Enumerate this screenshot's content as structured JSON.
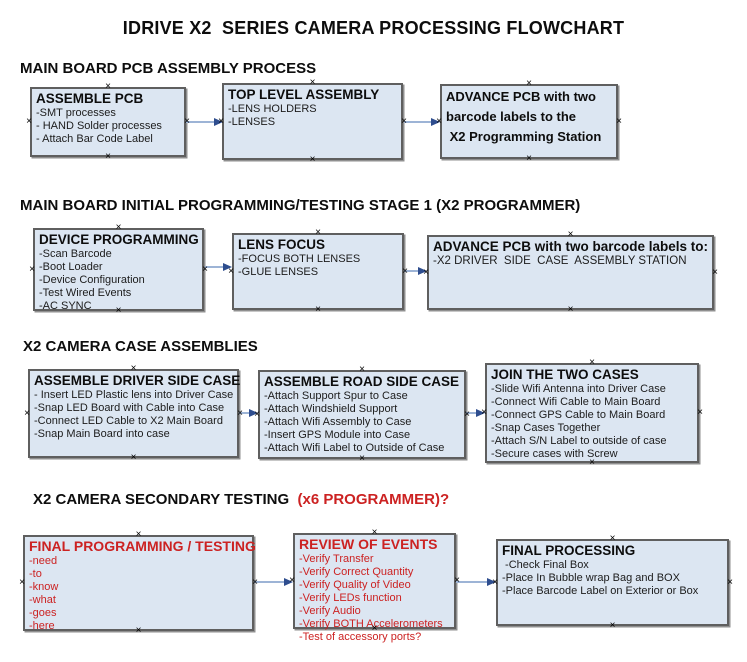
{
  "title": "IDRIVE X2  SERIES CAMERA PROCESSING FLOWCHART",
  "icons": {
    "connection_handle": "×"
  },
  "colors": {
    "box_fill": "#dce6f2",
    "box_border": "#5f5f5f",
    "arrow_line": "#9db4d6",
    "arrow_head": "#2e4d8e",
    "red_text": "#cc2222",
    "black_text": "#0d0d0d",
    "background": "#ffffff"
  },
  "sections": [
    {
      "heading": "MAIN BOARD PCB ASSEMBLY PROCESS",
      "boxes": [
        {
          "title": "ASSEMBLE PCB",
          "items": [
            "-SMT processes",
            "- HAND Solder processes",
            "- Attach Bar Code Label"
          ]
        },
        {
          "title": "TOP LEVEL ASSEMBLY",
          "items": [
            "-LENS HOLDERS",
            "-LENSES"
          ]
        },
        {
          "title_lines": [
            "ADVANCE PCB with two",
            "barcode labels to the",
            " X2 Programming Station"
          ]
        }
      ]
    },
    {
      "heading": "MAIN BOARD INITIAL PROGRAMMING/TESTING STAGE 1 (X2 PROGRAMMER)",
      "boxes": [
        {
          "title": "DEVICE PROGRAMMING",
          "items": [
            "-Scan Barcode",
            "-Boot Loader",
            "-Device Configuration",
            "-Test Wired Events",
            "-AC SYNC"
          ]
        },
        {
          "title": "LENS FOCUS",
          "items": [
            "-FOCUS BOTH LENSES",
            "-GLUE LENSES"
          ]
        },
        {
          "title": "ADVANCE PCB with two barcode labels to:",
          "items": [
            "-X2 DRIVER  SIDE  CASE  ASSEMBLY STATION"
          ]
        }
      ]
    },
    {
      "heading": "X2 CAMERA CASE ASSEMBLIES",
      "boxes": [
        {
          "title": "ASSEMBLE DRIVER SIDE CASE",
          "items": [
            "- Insert LED Plastic lens into Driver Case",
            "-Snap LED Board with Cable into Case",
            "-Connect LED Cable to X2 Main Board",
            "-Snap Main Board into case"
          ]
        },
        {
          "title": "ASSEMBLE ROAD SIDE CASE",
          "items": [
            "-Attach Support Spur to Case",
            "-Attach Windshield Support",
            "-Attach Wifi Assembly to Case",
            "-Insert GPS Module into Case",
            "-Attach Wifi Label to Outside of Case"
          ]
        },
        {
          "title": "JOIN THE TWO CASES",
          "items": [
            "-Slide Wifi Antenna into Driver Case",
            "-Connect Wifi Cable to Main Board",
            "-Connect GPS Cable to Main Board",
            "-Snap Cases Together",
            "-Attach S/N Label to outside of case",
            "-Secure cases with Screw"
          ]
        }
      ]
    },
    {
      "heading": "X2 CAMERA SECONDARY TESTING ",
      "heading_red": " (x6 PROGRAMMER)?",
      "boxes": [
        {
          "title": "FINAL PROGRAMMING / TESTING",
          "items": [
            "-need",
            "-to",
            "-know",
            "-what",
            "-goes",
            "-here"
          ]
        },
        {
          "title": "REVIEW OF EVENTS",
          "items": [
            "-Verify Transfer",
            "-Verify Correct Quantity",
            "-Verify Quality of Video",
            "-Verify LEDs function",
            "-Verify Audio",
            "-Verify BOTH Accelerometers",
            "-Test of accessory ports?"
          ]
        },
        {
          "title": "FINAL PROCESSING",
          "items": [
            " -Check Final Box",
            "-Place In Bubble wrap Bag and BOX",
            "-Place Barcode Label on Exterior or Box"
          ]
        }
      ]
    }
  ]
}
